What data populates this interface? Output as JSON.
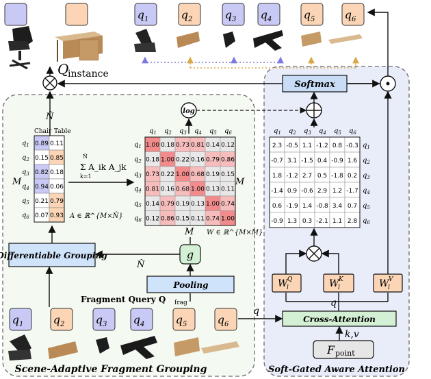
{
  "queries": {
    "top": [
      "q1",
      "q2",
      "q3",
      "q4",
      "q5",
      "q6"
    ],
    "bottom": [
      "q1",
      "q2",
      "q3",
      "q4",
      "q5",
      "q6"
    ],
    "groups": [
      "chair",
      "table",
      "chair",
      "chair",
      "table",
      "table"
    ]
  },
  "colors": {
    "chair_query": "#c9c9f5",
    "table_query": "#fbd5b5",
    "matrix_high": "#f28c8c",
    "matrix_high_light": "#f7bcbc",
    "chair_high": "#c9c9f5",
    "table_high": "#fbd5b5",
    "softmax_box": "#c8dcf5",
    "cross_box": "#d4f0d4",
    "pooling_box": "#cfe3fa",
    "g_box": "#d4f0d4",
    "fpoint_box": "#e6e6e6",
    "right_panel_bg": "#e8edf9",
    "left_panel_bg": "#f4f9f1",
    "path_dots": "#8080e0",
    "path_dots_table": "#d9b060"
  },
  "labels": {
    "q_instance": "Q",
    "q_instance_sub": "instance",
    "n_hat": "N̂",
    "n_hat_mid": "N̂",
    "m": "M",
    "m_right": "M",
    "sum_formula": "Σ A_ik A_jk",
    "sum_top": "N̂",
    "sum_bottom": "k=1",
    "a_matrix": "A ∈ ℝ^{M×N̂}",
    "w_matrix": "W ∈ ℝ^{M×M}",
    "differentiable_grouping": "Differentiable Grouping",
    "pooling": "Pooling",
    "g": "g",
    "fragment_query": "Fragment Query Q",
    "fragment_query_sub": "frag",
    "log": "log",
    "softmax": "Softmax",
    "cross_attention": "Cross-Attention",
    "f_point": "F",
    "f_point_sub": "point",
    "q_label": "q",
    "kv_label": "k,v",
    "q_arrow": "q",
    "wq": "W",
    "wq_sup": "Q",
    "wk": "W",
    "wk_sup": "K",
    "wv": "W",
    "wv_sup": "V",
    "wsub": "l",
    "left_caption": "Scene-Adaptive Fragment Grouping",
    "right_caption": "Soft-Gated Aware Attention",
    "col_chair": "Chair",
    "col_table": "Table"
  },
  "a_matrix": {
    "rows": [
      "q1",
      "q2",
      "q3",
      "q4",
      "q5",
      "q6"
    ],
    "values": [
      [
        0.89,
        0.11
      ],
      [
        0.15,
        0.85
      ],
      [
        0.82,
        0.18
      ],
      [
        0.94,
        0.06
      ],
      [
        0.21,
        0.79
      ],
      [
        0.07,
        0.93
      ]
    ]
  },
  "w_matrix": {
    "rows": [
      "q1",
      "q2",
      "q3",
      "q4",
      "q5",
      "q6"
    ],
    "cols": [
      "q1",
      "q2",
      "q3",
      "q4",
      "q5",
      "q6"
    ],
    "values": [
      [
        1.0,
        0.18,
        0.73,
        0.81,
        0.14,
        0.12
      ],
      [
        0.18,
        1.0,
        0.22,
        0.16,
        0.79,
        0.86
      ],
      [
        0.73,
        0.22,
        1.0,
        0.68,
        0.19,
        0.15
      ],
      [
        0.81,
        0.16,
        0.68,
        1.0,
        0.13,
        0.11
      ],
      [
        0.14,
        0.79,
        0.19,
        0.13,
        1.0,
        0.74
      ],
      [
        0.12,
        0.86,
        0.15,
        0.11,
        0.74,
        1.0
      ]
    ]
  },
  "attn_matrix": {
    "rows": [
      "q1",
      "q2",
      "q3",
      "q4",
      "q5",
      "q6"
    ],
    "cols": [
      "q1",
      "q2",
      "q3",
      "q4",
      "q5",
      "q6"
    ],
    "values": [
      [
        2.3,
        -0.5,
        1.1,
        -1.2,
        0.8,
        -0.3
      ],
      [
        -0.7,
        3.1,
        -1.5,
        0.4,
        -0.9,
        1.6
      ],
      [
        1.8,
        -1.2,
        2.7,
        0.5,
        -1.8,
        0.2
      ],
      [
        -1.4,
        0.9,
        -0.6,
        2.9,
        1.2,
        -1.7
      ],
      [
        0.6,
        -1.9,
        1.4,
        -0.8,
        3.4,
        0.7
      ],
      [
        -0.9,
        1.3,
        0.3,
        -2.1,
        1.1,
        2.8
      ]
    ]
  }
}
